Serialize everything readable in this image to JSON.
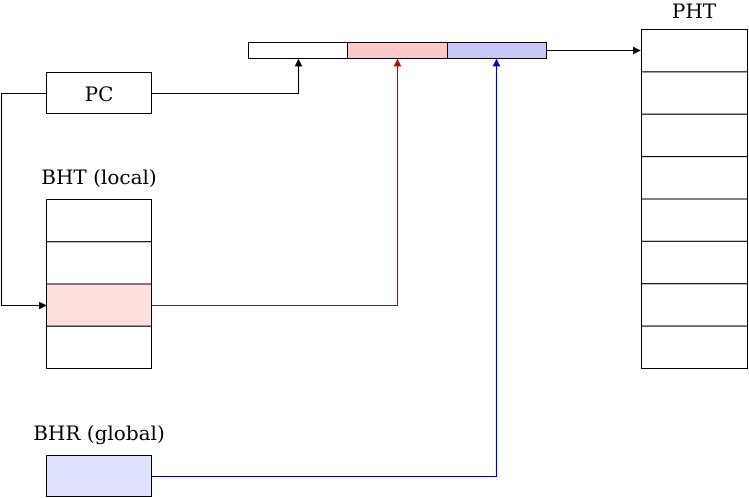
{
  "labels": {
    "pc": "PC",
    "bht": "BHT (local)",
    "bhr": "BHR (global)",
    "pht": "PHT"
  },
  "tables": {
    "bht_rows": 4,
    "bht_highlighted_row_index": 2,
    "pht_rows": 8
  },
  "index_register_segments": 3,
  "colors": {
    "black": "#000000",
    "local_path": "#cc0000",
    "global_path": "#0000bb",
    "bht_highlight_fill": "#ffe0e0",
    "bhr_fill": "#e0e0ff",
    "segment_local_fill": "#ffc8c8",
    "segment_global_fill": "#c8c8f8"
  }
}
